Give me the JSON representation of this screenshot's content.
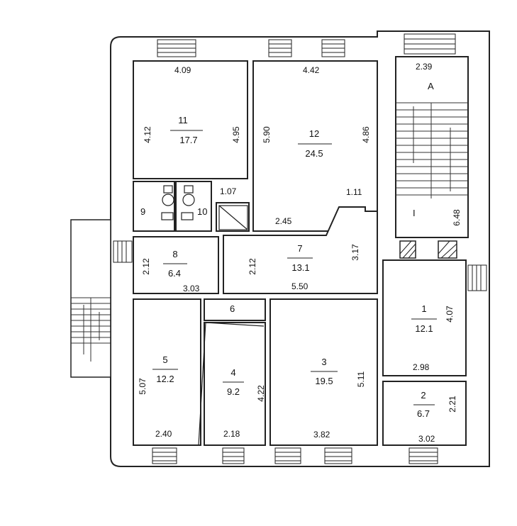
{
  "rooms": [
    {
      "id": "11",
      "number": "11",
      "area": "17.7"
    },
    {
      "id": "12",
      "number": "12",
      "area": "24.5"
    },
    {
      "id": "8",
      "number": "8",
      "area": "6.4"
    },
    {
      "id": "7",
      "number": "7",
      "area": "13.1"
    },
    {
      "id": "1",
      "number": "1",
      "area": "12.1"
    },
    {
      "id": "2",
      "number": "2",
      "area": "6.7"
    },
    {
      "id": "3",
      "number": "3",
      "area": "19.5"
    },
    {
      "id": "4",
      "number": "4",
      "area": "9.2"
    },
    {
      "id": "5",
      "number": "5",
      "area": "12.2"
    }
  ],
  "small_labels": {
    "room_9": "9",
    "room_10": "10",
    "room_6": "6",
    "stair_A": "A",
    "stair_I": "I"
  },
  "dimensions": {
    "d_4_09": "4.09",
    "d_4_12": "4.12",
    "d_4_95": "4.95",
    "d_5_90": "5.90",
    "d_4_42": "4.42",
    "d_4_86": "4.86",
    "d_1_07": "1.07",
    "d_1_11": "1.11",
    "d_2_45": "2.45",
    "d_2_39": "2.39",
    "d_6_48": "6.48",
    "d_2_12a": "2.12",
    "d_3_03": "3.03",
    "d_2_12b": "2.12",
    "d_3_17": "3.17",
    "d_5_50": "5.50",
    "d_4_07": "4.07",
    "d_2_98": "2.98",
    "d_2_21": "2.21",
    "d_3_02": "3.02",
    "d_5_11": "5.11",
    "d_3_82": "3.82",
    "d_4_22": "4.22",
    "d_2_18": "2.18",
    "d_5_07": "5.07",
    "d_2_40": "2.40"
  }
}
